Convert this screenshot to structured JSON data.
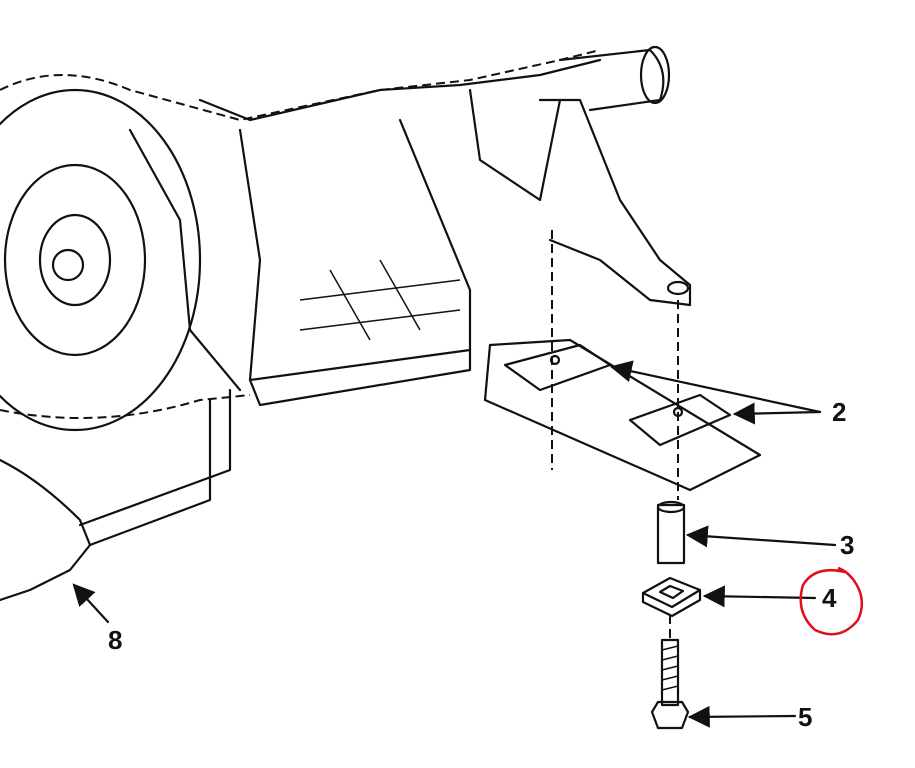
{
  "diagram": {
    "callouts": [
      {
        "id": "2",
        "label": "2"
      },
      {
        "id": "3",
        "label": "3"
      },
      {
        "id": "4",
        "label": "4"
      },
      {
        "id": "5",
        "label": "5"
      },
      {
        "id": "8",
        "label": "8"
      }
    ],
    "highlight_color": "#e0101a",
    "highlighted_callout": "4"
  }
}
